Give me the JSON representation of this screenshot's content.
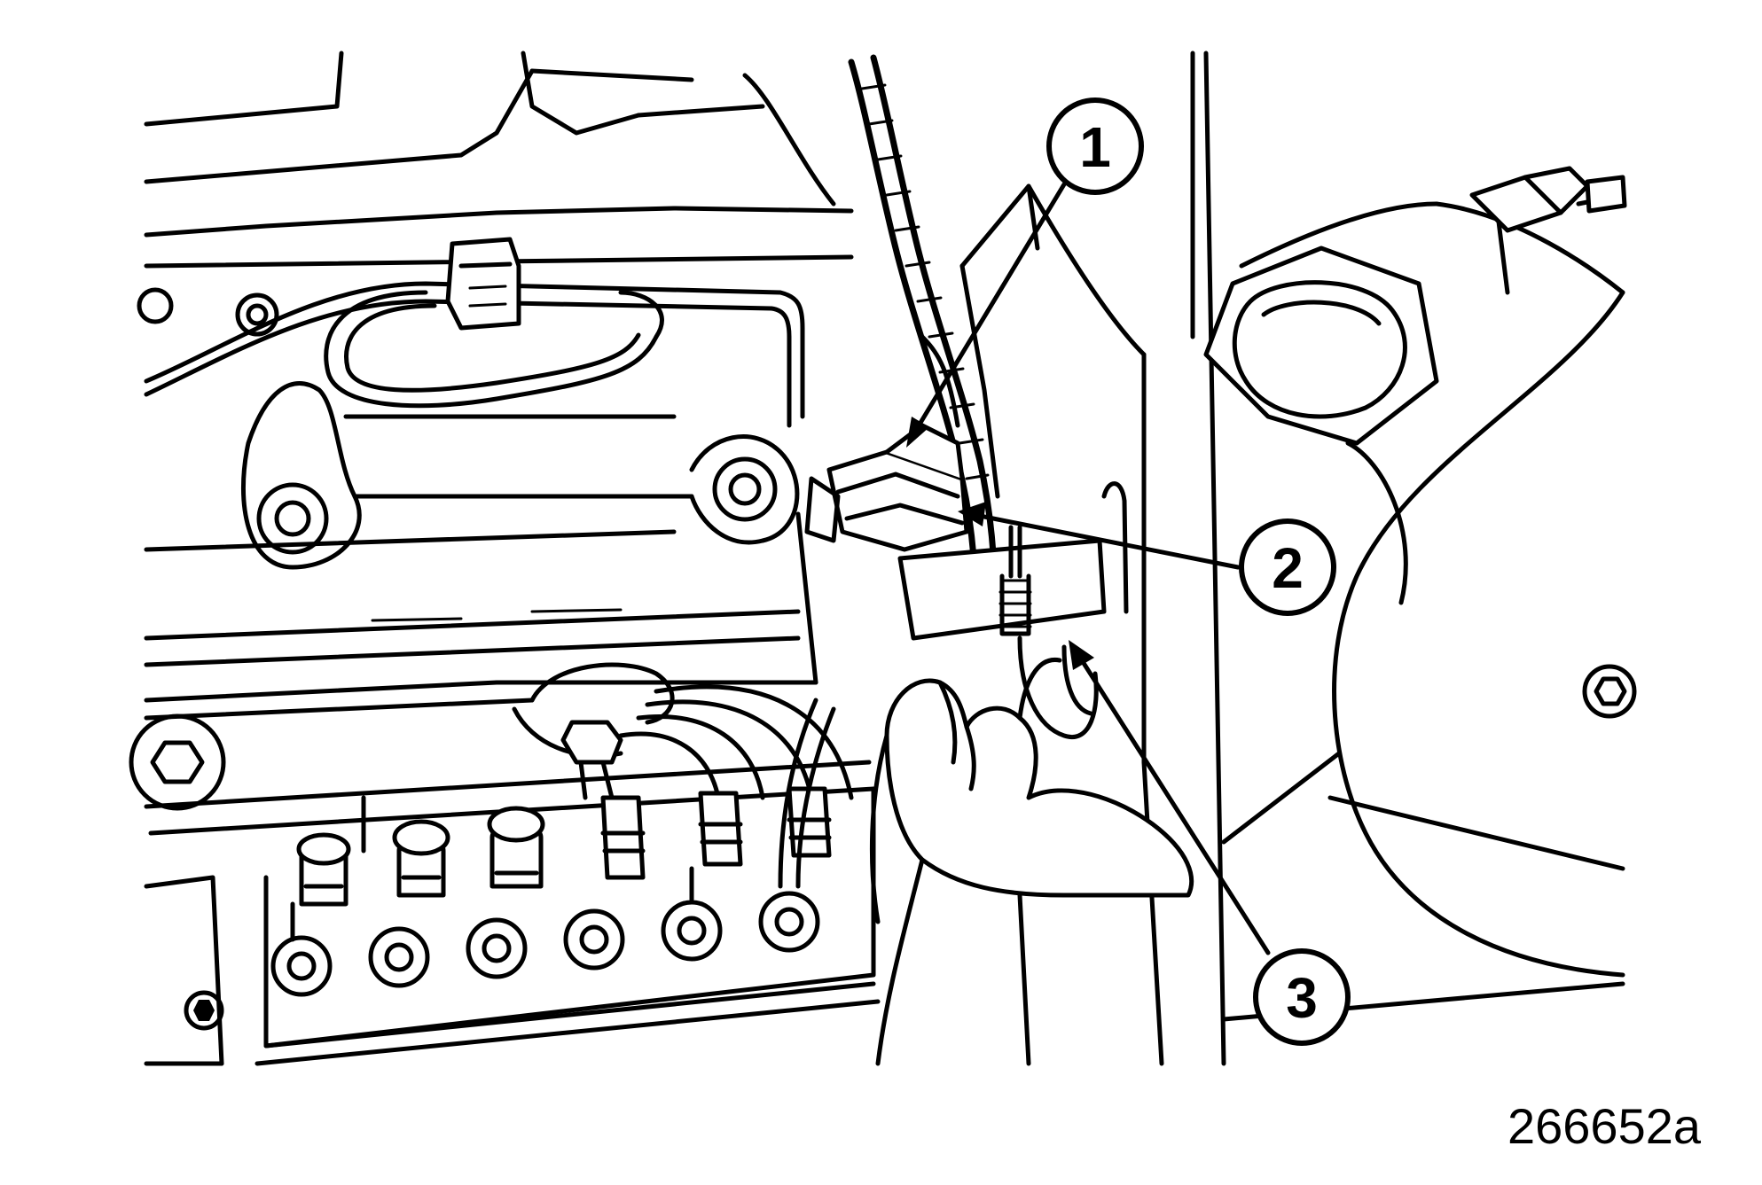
{
  "figure": {
    "id_label": "266652a",
    "callouts": [
      {
        "number": "1"
      },
      {
        "number": "2"
      },
      {
        "number": "3"
      }
    ]
  }
}
